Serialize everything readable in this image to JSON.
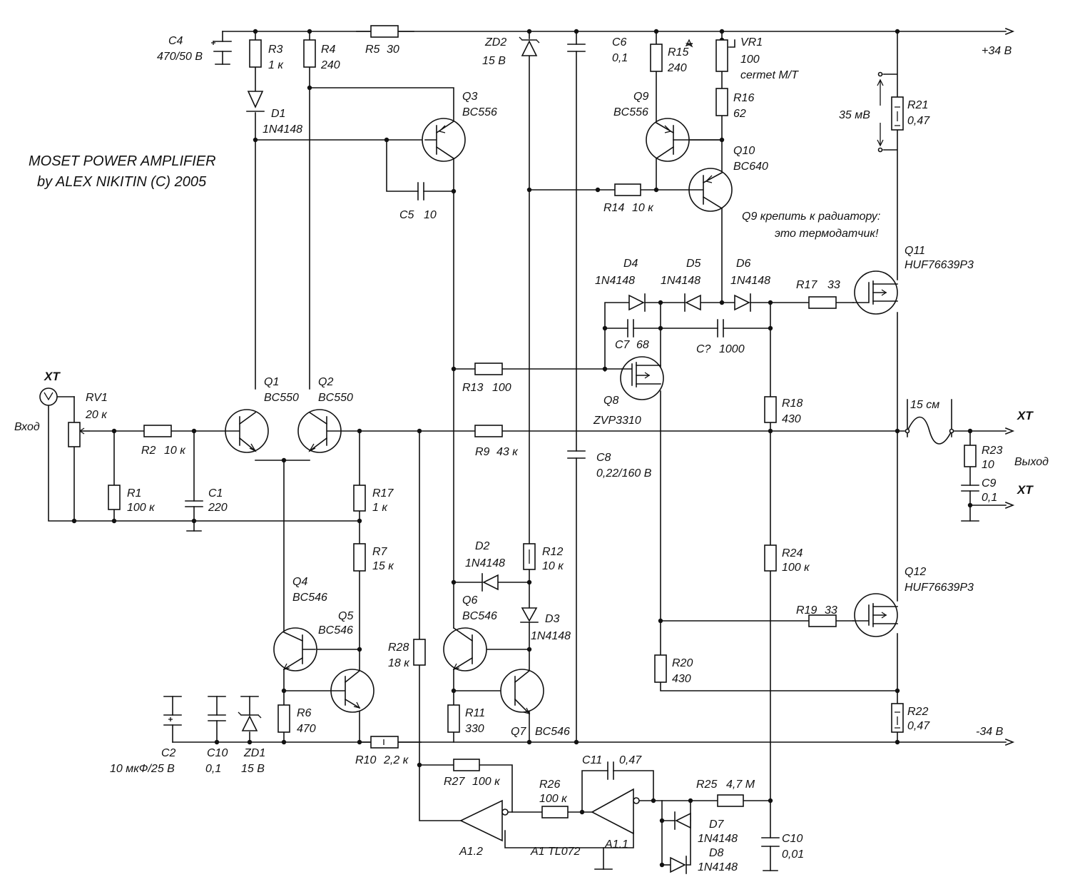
{
  "title": {
    "line1": "MOSET POWER AMPLIFIER",
    "line2": "by ALEX NIKITIN (C) 2005"
  },
  "rails": {
    "pos": "+34 В",
    "neg": "-34 В"
  },
  "connectors": {
    "in_tag": "XT",
    "in_label": "Вход",
    "out_tag1": "XT",
    "out_tag2": "XT",
    "out_label": "Выход"
  },
  "notes": {
    "coil": "15 см",
    "meter": "35 мВ",
    "q9_line1": "Q9 крепить к радиатору:",
    "q9_line2": "это термодатчик!",
    "opamp": "A1  TL072"
  },
  "components": {
    "C4": {
      "ref": "C4",
      "val": "470/50 В"
    },
    "R3": {
      "ref": "R3",
      "val": "1 к"
    },
    "R4": {
      "ref": "R4",
      "val": "240"
    },
    "R5": {
      "ref": "R5",
      "val": "30"
    },
    "ZD2": {
      "ref": "ZD2",
      "val": "15 В"
    },
    "C6": {
      "ref": "C6",
      "val": "0,1"
    },
    "R15": {
      "ref": "R15",
      "val": "240"
    },
    "VR1": {
      "ref": "VR1",
      "val": "100",
      "val2": "cermet M/T"
    },
    "D1": {
      "ref": "D1",
      "val": "1N4148"
    },
    "Q3": {
      "ref": "Q3",
      "val": "BC556"
    },
    "R16": {
      "ref": "R16",
      "val": "62"
    },
    "Q9": {
      "ref": "Q9",
      "val": "BC556"
    },
    "R21": {
      "ref": "R21",
      "val": "0,47"
    },
    "Q10": {
      "ref": "Q10",
      "val": "BC640"
    },
    "C5": {
      "ref": "C5",
      "val": "10"
    },
    "R14": {
      "ref": "R14",
      "val": "10 к"
    },
    "D4": {
      "ref": "D4",
      "val": "1N4148"
    },
    "D5": {
      "ref": "D5",
      "val": "1N4148"
    },
    "D6": {
      "ref": "D6",
      "val": "1N4148"
    },
    "R17a": {
      "ref": "R17",
      "val": "33"
    },
    "Q11": {
      "ref": "Q11",
      "val": "HUF76639P3"
    },
    "C7": {
      "ref": "C7",
      "val": "68"
    },
    "Cq": {
      "ref": "C?",
      "val": "1000"
    },
    "R13": {
      "ref": "R13",
      "val": "100"
    },
    "Q8": {
      "ref": "Q8",
      "val": "ZVP3310"
    },
    "Q1": {
      "ref": "Q1",
      "val": "BC550"
    },
    "Q2": {
      "ref": "Q2",
      "val": "BC550"
    },
    "RV1": {
      "ref": "RV1",
      "val": "20 к"
    },
    "R2": {
      "ref": "R2",
      "val": "10 к"
    },
    "R9": {
      "ref": "R9",
      "val": "43 к"
    },
    "R18": {
      "ref": "R18",
      "val": "430"
    },
    "C8": {
      "ref": "C8",
      "val": "0,22/160 В"
    },
    "R23": {
      "ref": "R23",
      "val": "10"
    },
    "C9": {
      "ref": "C9",
      "val": "0,1"
    },
    "R1": {
      "ref": "R1",
      "val": "100 к"
    },
    "C1": {
      "ref": "C1",
      "val": "220"
    },
    "R17b": {
      "ref": "R17",
      "val": "1 к"
    },
    "R7": {
      "ref": "R7",
      "val": "15 к"
    },
    "R12": {
      "ref": "R12",
      "val": "10 к"
    },
    "D2": {
      "ref": "D2",
      "val": "1N4148"
    },
    "R24": {
      "ref": "R24",
      "val": "100 к"
    },
    "Q4": {
      "ref": "Q4",
      "val": "BC546"
    },
    "Q6": {
      "ref": "Q6",
      "val": "BC546"
    },
    "Q12": {
      "ref": "Q12",
      "val": "HUF76639P3"
    },
    "Q5": {
      "ref": "Q5",
      "val": "BC546"
    },
    "D3": {
      "ref": "D3",
      "val": "1N4148"
    },
    "R19": {
      "ref": "R19",
      "val": "33"
    },
    "R28": {
      "ref": "R28",
      "val": "18 к"
    },
    "R20": {
      "ref": "R20",
      "val": "430"
    },
    "R6": {
      "ref": "R6",
      "val": "470"
    },
    "R11": {
      "ref": "R11",
      "val": "330"
    },
    "Q7": {
      "ref": "Q7",
      "val": "BC546"
    },
    "R22": {
      "ref": "R22",
      "val": "0,47"
    },
    "C2": {
      "ref": "C2",
      "val": "10 мкФ/25 В"
    },
    "C10a": {
      "ref": "C10",
      "val": "0,1"
    },
    "ZD1": {
      "ref": "ZD1",
      "val": "15 В"
    },
    "R10": {
      "ref": "R10",
      "val": "2,2 к"
    },
    "C11": {
      "ref": "C11",
      "val": "0,47"
    },
    "R27": {
      "ref": "R27",
      "val": "100 к"
    },
    "R26": {
      "ref": "R26",
      "val": "100 к"
    },
    "R25": {
      "ref": "R25",
      "val": "4,7 М"
    },
    "D7": {
      "ref": "D7",
      "val": "1N4148"
    },
    "D8": {
      "ref": "D8",
      "val": "1N4148"
    },
    "C10b": {
      "ref": "C10",
      "val": "0,01"
    },
    "A12": {
      "ref": "A1.2"
    },
    "A11": {
      "ref": "A1.1"
    }
  }
}
